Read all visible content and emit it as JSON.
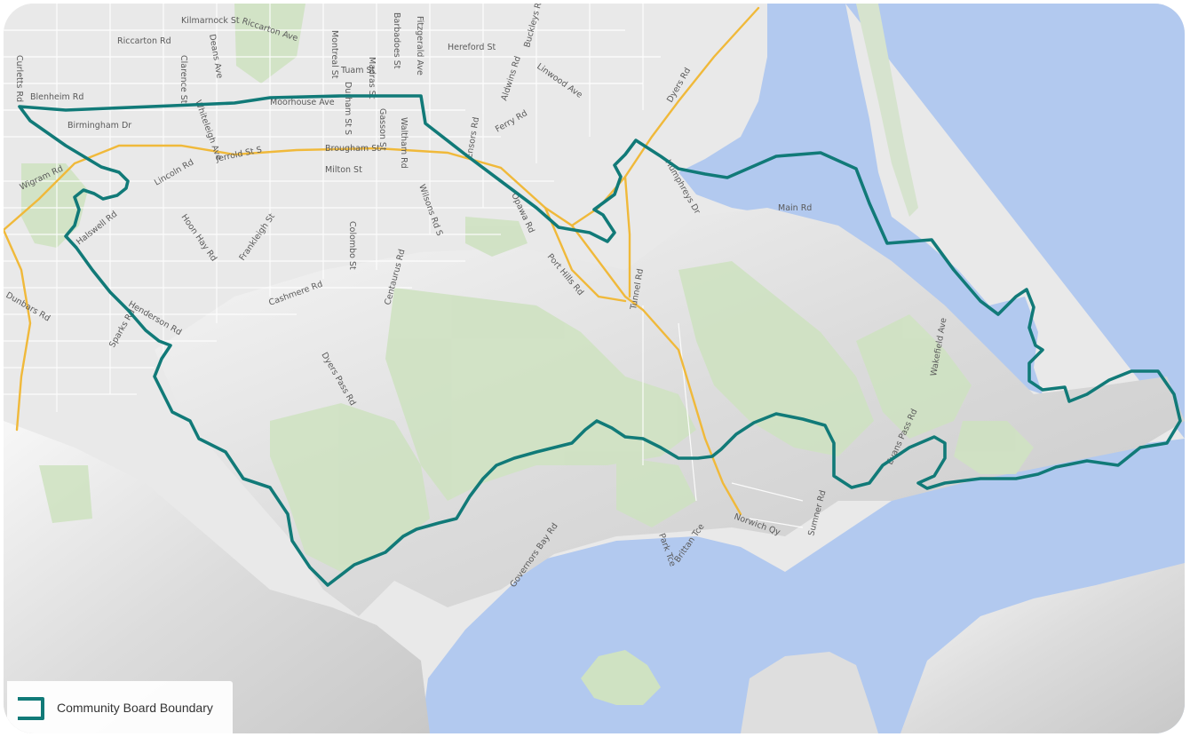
{
  "colors": {
    "water": "#b2c9ef",
    "land": "#e9e9e9",
    "park": "#cfe2c2",
    "major_road": "#f0b93a",
    "boundary": "#117a78",
    "hill_shade": "#d4d4d4"
  },
  "legend": {
    "label": "Community Board Boundary",
    "swatch_icon": "boundary-line-icon"
  },
  "road_labels": [
    "Kilmarnock St",
    "Riccarton Rd",
    "Riccarton Ave",
    "Clarence St",
    "Deans Ave",
    "Montreal St",
    "Durham St S",
    "Tuam St",
    "Madras St",
    "Barbadoes St",
    "Fitzgerald Ave",
    "Hereford St",
    "Buckleys Rd",
    "Linwood Ave",
    "Aldwins Rd",
    "Dyers Rd",
    "Curletts Rd",
    "Blenheim Rd",
    "Moorhouse Ave",
    "Gasson St",
    "Waltham Rd",
    "Ensors Rd",
    "Ferry Rd",
    "Birmingham Dr",
    "Whiteleigh Ave",
    "Wigram Rd",
    "Jerrold St S",
    "Brougham St",
    "Milton St",
    "Lincoln Rd",
    "Halswell Rd",
    "Hoon Hay Rd",
    "Frankleigh St",
    "Colombo St",
    "Wilsons Rd S",
    "Opawa Rd",
    "Port Hills Rd",
    "Tunnel Rd",
    "Humphreys Dr",
    "Main Rd",
    "Centaurus Rd",
    "Cashmere Rd",
    "Henderson Rd",
    "Sparks Rd",
    "Dunbars Rd",
    "Dyers Pass Rd",
    "Evans Pass Rd",
    "Wakefield Ave",
    "Sumner Rd",
    "Norwich Qy",
    "Park Tce",
    "Brittan Tce",
    "Governors Bay Rd"
  ]
}
